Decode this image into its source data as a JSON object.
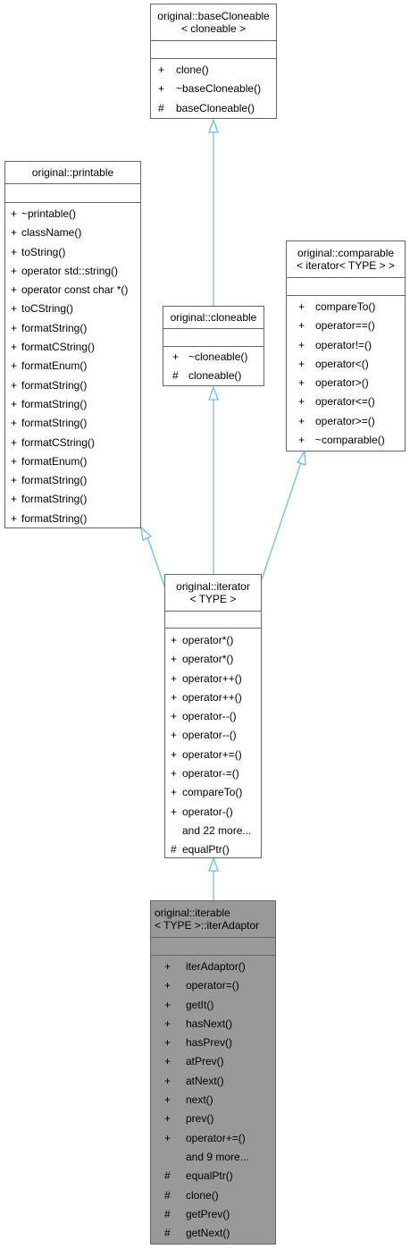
{
  "nodes": {
    "base_cloneable": {
      "title": [
        "original::baseCloneable",
        "< cloneable >"
      ],
      "members": [
        {
          "vis": "+",
          "name": "clone()"
        },
        {
          "vis": "+",
          "name": "~baseCloneable()"
        },
        {
          "vis": "#",
          "name": "baseCloneable()"
        }
      ]
    },
    "printable": {
      "title": [
        "original::printable"
      ],
      "members": [
        {
          "vis": "+",
          "name": "~printable()"
        },
        {
          "vis": "+",
          "name": "className()"
        },
        {
          "vis": "+",
          "name": "toString()"
        },
        {
          "vis": "+",
          "name": "operator std::string()"
        },
        {
          "vis": "+",
          "name": "operator const char *()"
        },
        {
          "vis": "+",
          "name": "toCString()"
        },
        {
          "vis": "+",
          "name": "formatString()"
        },
        {
          "vis": "+",
          "name": "formatCString()"
        },
        {
          "vis": "+",
          "name": "formatEnum()"
        },
        {
          "vis": "+",
          "name": "formatString()"
        },
        {
          "vis": "+",
          "name": "formatString()"
        },
        {
          "vis": "+",
          "name": "formatString()"
        },
        {
          "vis": "+",
          "name": "formatCString()"
        },
        {
          "vis": "+",
          "name": "formatEnum()"
        },
        {
          "vis": "+",
          "name": "formatString()"
        },
        {
          "vis": "+",
          "name": "formatString()"
        },
        {
          "vis": "+",
          "name": "formatString()"
        }
      ]
    },
    "cloneable": {
      "title": [
        "original::cloneable"
      ],
      "members": [
        {
          "vis": "+",
          "name": "~cloneable()"
        },
        {
          "vis": "#",
          "name": "cloneable()"
        }
      ]
    },
    "comparable": {
      "title": [
        "original::comparable",
        "< iterator< TYPE > >"
      ],
      "members": [
        {
          "vis": "+",
          "name": "compareTo()"
        },
        {
          "vis": "+",
          "name": "operator==()"
        },
        {
          "vis": "+",
          "name": "operator!=()"
        },
        {
          "vis": "+",
          "name": "operator<()"
        },
        {
          "vis": "+",
          "name": "operator>()"
        },
        {
          "vis": "+",
          "name": "operator<=()"
        },
        {
          "vis": "+",
          "name": "operator>=()"
        },
        {
          "vis": "+",
          "name": "~comparable()"
        }
      ]
    },
    "iterator": {
      "title": [
        "original::iterator",
        "< TYPE >"
      ],
      "members": [
        {
          "vis": "+",
          "name": "operator*()"
        },
        {
          "vis": "+",
          "name": "operator*()"
        },
        {
          "vis": "+",
          "name": "operator++()"
        },
        {
          "vis": "+",
          "name": "operator++()"
        },
        {
          "vis": "+",
          "name": "operator--()"
        },
        {
          "vis": "+",
          "name": "operator--()"
        },
        {
          "vis": "+",
          "name": "operator+=()"
        },
        {
          "vis": "+",
          "name": "operator-=()"
        },
        {
          "vis": "+",
          "name": "compareTo()"
        },
        {
          "vis": "+",
          "name": "operator-()"
        },
        {
          "vis": "",
          "name": "and 22 more..."
        },
        {
          "vis": "#",
          "name": "equalPtr()"
        }
      ]
    },
    "iter_adaptor": {
      "title": [
        "original::iterable",
        "< TYPE >::iterAdaptor"
      ],
      "members": [
        {
          "vis": "+",
          "name": "iterAdaptor()"
        },
        {
          "vis": "+",
          "name": "operator=()"
        },
        {
          "vis": "+",
          "name": "getIt()"
        },
        {
          "vis": "+",
          "name": "hasNext()"
        },
        {
          "vis": "+",
          "name": "hasPrev()"
        },
        {
          "vis": "+",
          "name": "atPrev()"
        },
        {
          "vis": "+",
          "name": "atNext()"
        },
        {
          "vis": "+",
          "name": "next()"
        },
        {
          "vis": "+",
          "name": "prev()"
        },
        {
          "vis": "+",
          "name": "operator+=()"
        },
        {
          "vis": "",
          "name": "and 9 more..."
        },
        {
          "vis": "#",
          "name": "equalPtr()"
        },
        {
          "vis": "#",
          "name": "clone()"
        },
        {
          "vis": "#",
          "name": "getPrev()"
        },
        {
          "vis": "#",
          "name": "getNext()"
        }
      ]
    }
  },
  "colors": {
    "edge": "#63b8ff",
    "highlight": "#999999",
    "border": "#666666"
  }
}
